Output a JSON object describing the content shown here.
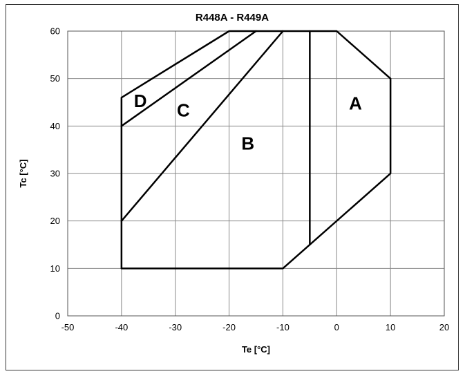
{
  "chart_data": {
    "type": "line",
    "title": "R448A - R449A",
    "xlabel": "Te [°C]",
    "ylabel": "Tc [°C]",
    "xlim": [
      -50,
      20
    ],
    "ylim": [
      0,
      60
    ],
    "xticks": [
      -50,
      -40,
      -30,
      -20,
      -10,
      0,
      10,
      20
    ],
    "yticks": [
      0,
      10,
      20,
      30,
      40,
      50,
      60
    ],
    "grid": true,
    "series": [
      {
        "x": [
          -40,
          -10,
          10,
          10,
          0,
          -20,
          -40,
          -40
        ],
        "y": [
          10,
          10,
          30,
          50,
          60,
          60,
          46,
          10
        ]
      },
      {
        "x": [
          -5,
          -5
        ],
        "y": [
          15,
          60
        ]
      },
      {
        "x": [
          -40,
          -10
        ],
        "y": [
          20,
          60
        ]
      },
      {
        "x": [
          -40,
          -15
        ],
        "y": [
          40,
          60
        ]
      }
    ],
    "annotations": [
      {
        "text": "A",
        "x": 3.5,
        "y": 43.5
      },
      {
        "text": "B",
        "x": -16.5,
        "y": 35
      },
      {
        "text": "C",
        "x": -28.5,
        "y": 42
      },
      {
        "text": "D",
        "x": -36.5,
        "y": 44
      }
    ]
  }
}
